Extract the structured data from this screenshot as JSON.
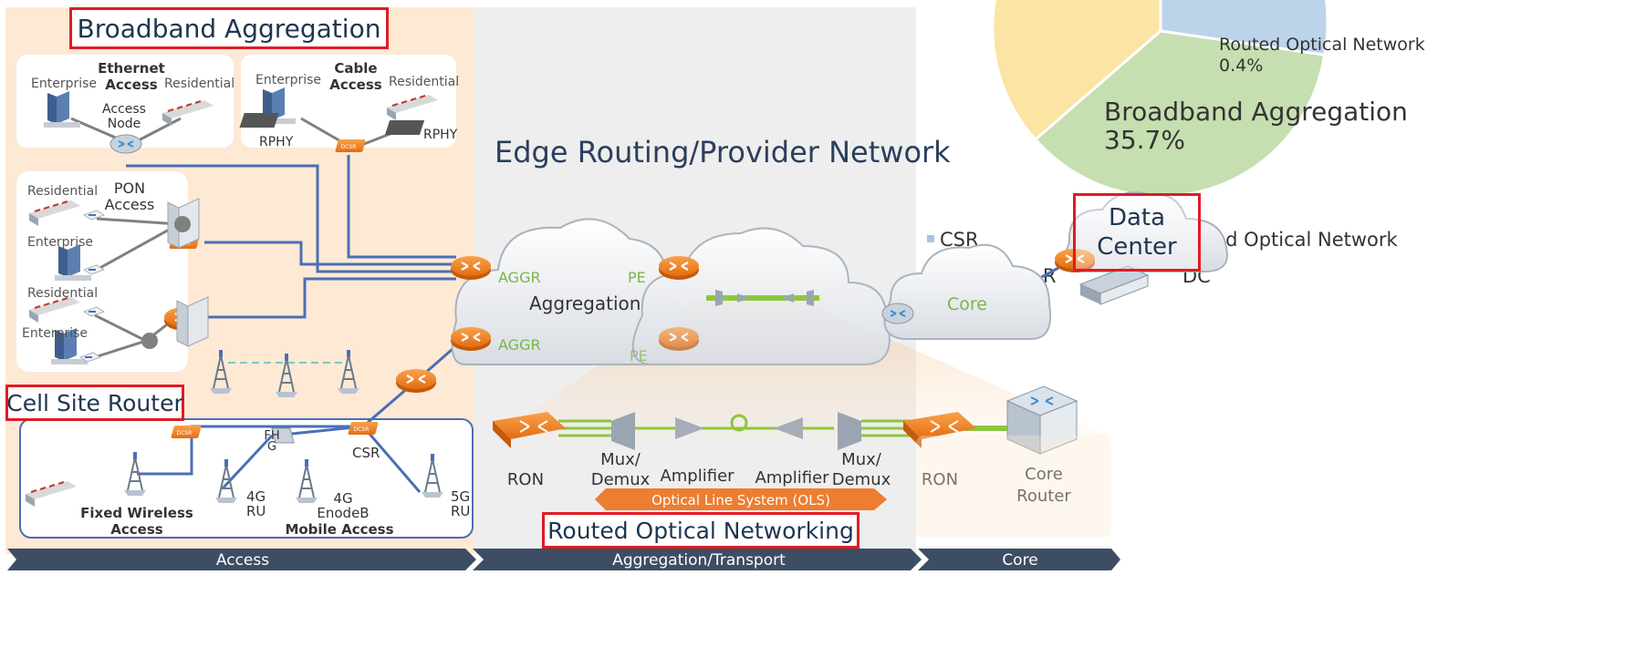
{
  "highlights": {
    "broadband": "Broadband Aggregation",
    "cell_site_router": "Cell Site Router",
    "data_center": [
      "Data",
      "Center"
    ],
    "routed_optical": "Routed Optical Networking"
  },
  "title": "Edge Routing/Provider Network",
  "ethernet_access": {
    "title": [
      "Ethernet",
      "Access"
    ],
    "enterprise": "Enterprise",
    "residential": "Residential",
    "node": [
      "Access",
      "Node"
    ]
  },
  "cable_access": {
    "title": [
      "Cable",
      "Access"
    ],
    "enterprise": "Enterprise",
    "residential": "Residential",
    "rphy_left": "RPHY",
    "rphy_right": "RPHY"
  },
  "pon_access": {
    "title": [
      "PON",
      "Access"
    ],
    "labels": [
      "Residential",
      "Enterprise",
      "Residential",
      "Enterprise"
    ]
  },
  "mobile": {
    "fixed_wireless": [
      "Fixed Wireless",
      "Access"
    ],
    "ru_4g": [
      "4G",
      "RU"
    ],
    "enodeb_4g": [
      "4G",
      "EnodeB"
    ],
    "ru_5g": [
      "5G",
      "RU"
    ],
    "csr": "CSR",
    "fh": [
      "FH",
      "G"
    ],
    "mobile_access": "Mobile Access"
  },
  "aggregation": {
    "aggr_top": "AGGR",
    "aggr_bottom": "AGGR",
    "pe_top": "PE",
    "pe_bottom": "PE",
    "cloud_label": "Aggregation"
  },
  "core_cloud": "Core",
  "legend_csr": "CSR",
  "legend_fragment_a": "tion R",
  "legend_fragment_b": "DC",
  "legend_fragment_c": "ted Optical Network",
  "optical": {
    "ron_left": "RON",
    "ron_right": "RON",
    "mux_left": [
      "Mux/",
      "Demux"
    ],
    "mux_right": [
      "Mux/",
      "Demux"
    ],
    "amp_left": "Amplifier",
    "amp_right": "Amplifier",
    "ols": "Optical Line System (OLS)",
    "core_router": [
      "Core",
      "Router"
    ]
  },
  "bottom_bar": {
    "access": "Access",
    "transport": "Aggregation/Transport",
    "core": "Core"
  },
  "pie": {
    "labels": [
      {
        "name": "Routed Optical Network",
        "pct": "0.4%"
      },
      {
        "name": "Broadband Aggregation",
        "pct": "35.7%"
      }
    ]
  },
  "colors": {
    "highlight_border": "#e01b24",
    "router_orange": "#f07d1f",
    "link_blue": "#4a6fb5",
    "fiber_green": "#8dc63f",
    "access_bg": "#fde9d4",
    "edge_bg": "#eeeeee",
    "chevron_bar": "#3d4d63",
    "pie_blue": "#bcd4ea",
    "pie_green": "#c6dfb0",
    "pie_yellow": "#fbe4a4"
  }
}
